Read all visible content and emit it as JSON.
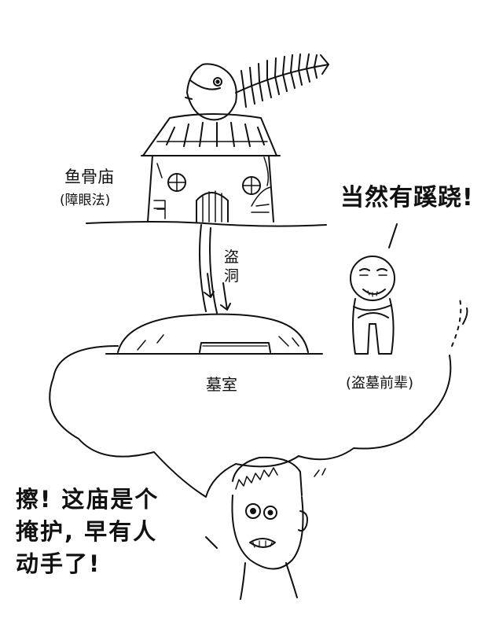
{
  "labels": {
    "temple": "鱼骨庙",
    "temple_note": "(障眼法)",
    "tunnel_char1": "盗",
    "tunnel_char2": "洞",
    "tomb": "墓室",
    "senior": "(盗墓前辈)"
  },
  "speech": {
    "senior": "当然有蹊跷!",
    "main_line1": "擦! 这庙是个",
    "main_line2": "掩护, 早有人",
    "main_line3": "动手了!"
  },
  "colors": {
    "ink": "#111111",
    "paper": "#ffffff"
  }
}
